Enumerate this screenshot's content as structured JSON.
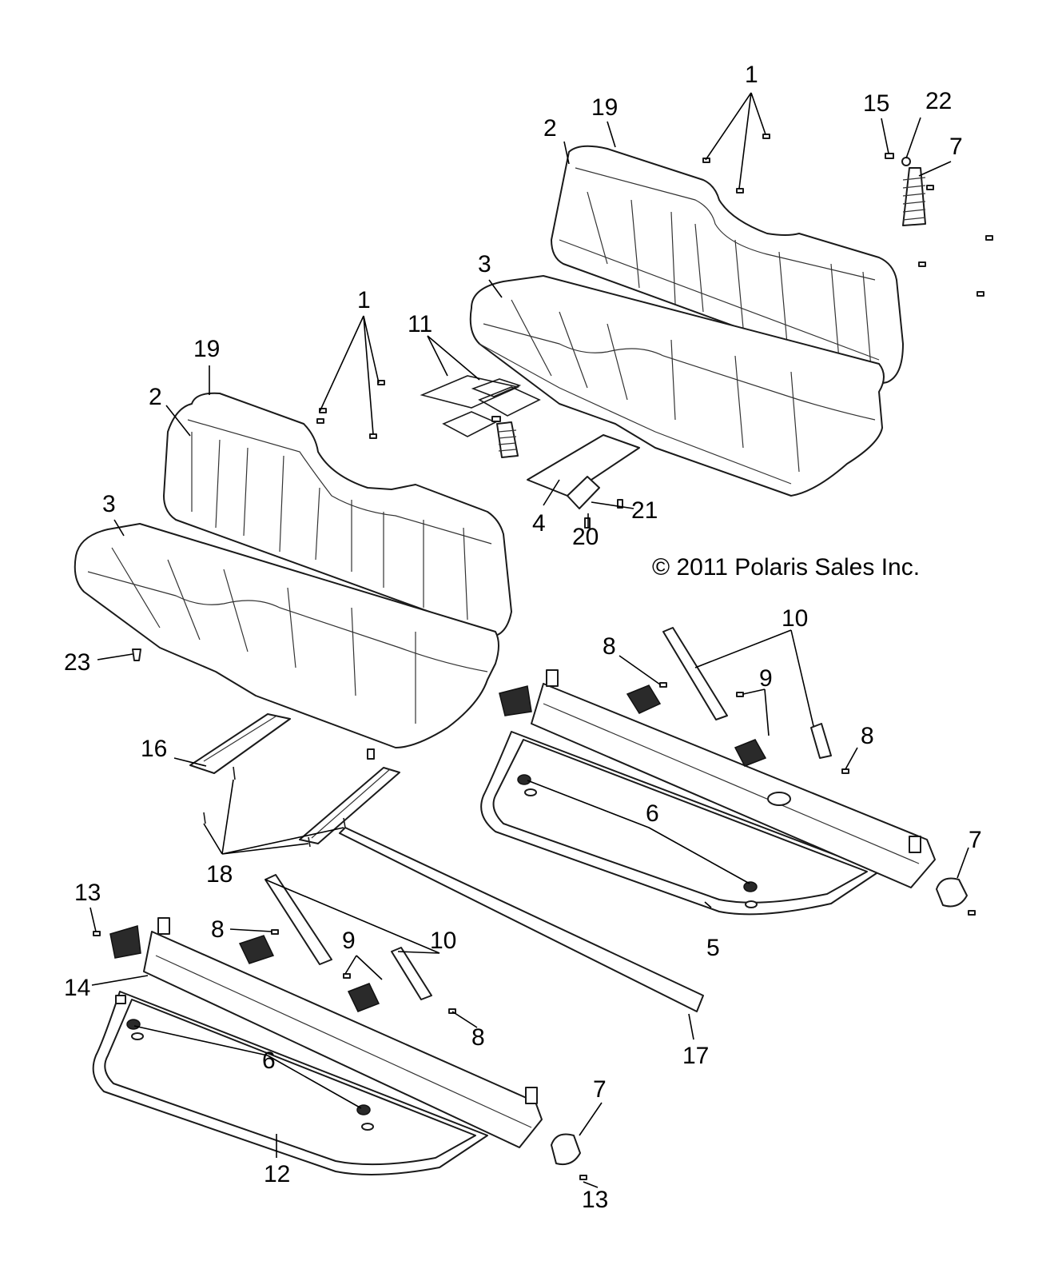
{
  "copyright": "© 2011 Polaris Sales Inc.",
  "callouts": [
    {
      "id": "c1a",
      "text": "1"
    },
    {
      "id": "c19a",
      "text": "19"
    },
    {
      "id": "c2a",
      "text": "2"
    },
    {
      "id": "c15",
      "text": "15"
    },
    {
      "id": "c22",
      "text": "22"
    },
    {
      "id": "c7a",
      "text": "7"
    },
    {
      "id": "c3a",
      "text": "3"
    },
    {
      "id": "c11",
      "text": "11"
    },
    {
      "id": "c1b",
      "text": "1"
    },
    {
      "id": "c19b",
      "text": "19"
    },
    {
      "id": "c2b",
      "text": "2"
    },
    {
      "id": "c3b",
      "text": "3"
    },
    {
      "id": "c4",
      "text": "4"
    },
    {
      "id": "c20",
      "text": "20"
    },
    {
      "id": "c21",
      "text": "21"
    },
    {
      "id": "c10a",
      "text": "10"
    },
    {
      "id": "c8a",
      "text": "8"
    },
    {
      "id": "c9a",
      "text": "9"
    },
    {
      "id": "c8b",
      "text": "8"
    },
    {
      "id": "c23",
      "text": "23"
    },
    {
      "id": "c16",
      "text": "16"
    },
    {
      "id": "c6a",
      "text": "6"
    },
    {
      "id": "c7b",
      "text": "7"
    },
    {
      "id": "c18",
      "text": "18"
    },
    {
      "id": "c5",
      "text": "5"
    },
    {
      "id": "c13a",
      "text": "13"
    },
    {
      "id": "c8c",
      "text": "8"
    },
    {
      "id": "c9b",
      "text": "9"
    },
    {
      "id": "c10b",
      "text": "10"
    },
    {
      "id": "c14",
      "text": "14"
    },
    {
      "id": "c8d",
      "text": "8"
    },
    {
      "id": "c6b",
      "text": "6"
    },
    {
      "id": "c17",
      "text": "17"
    },
    {
      "id": "c7c",
      "text": "7"
    },
    {
      "id": "c12",
      "text": "12"
    },
    {
      "id": "c13b",
      "text": "13"
    }
  ]
}
